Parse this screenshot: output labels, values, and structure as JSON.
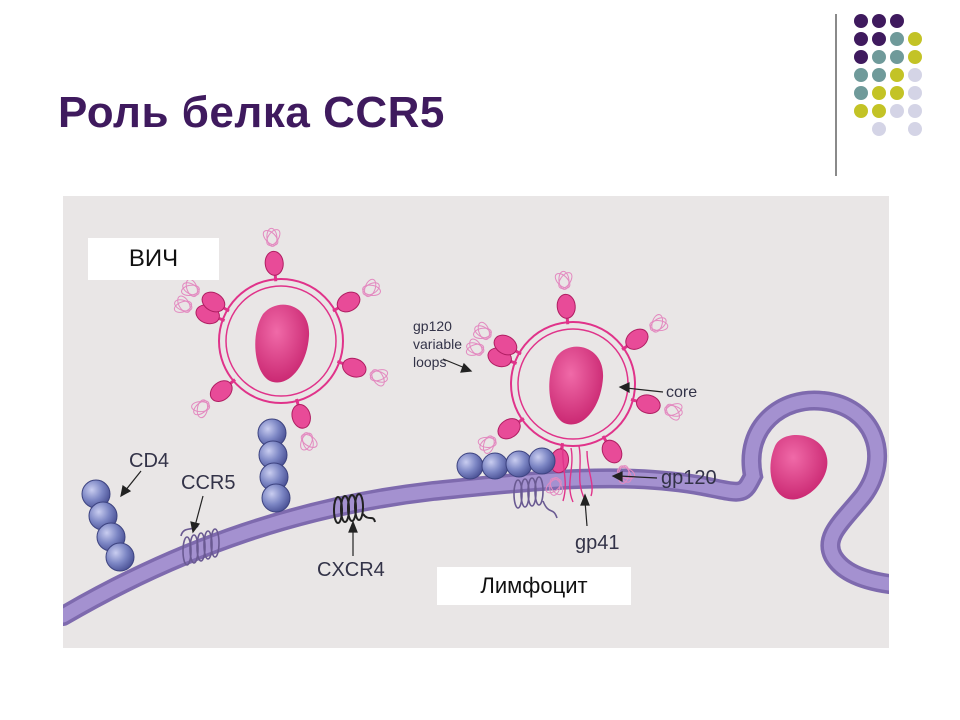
{
  "slide": {
    "title": "Роль белка CCR5"
  },
  "colors": {
    "title": "#3f1a5e",
    "dot_purple": "#3f1a5e",
    "dot_teal": "#6f9a9a",
    "dot_lime": "#c3c326",
    "dot_lavender": "#d4d4e6",
    "membrane": "#9c86c8",
    "virus_magenta": "#e0338a",
    "cd4_bead": "#7c86c4"
  },
  "diagram": {
    "boxes": {
      "hiv": "ВИЧ",
      "lymphocyte": "Лимфоцит"
    },
    "labels": {
      "cd4": "CD4",
      "ccr5": "CCR5",
      "cxcr4": "CXCR4",
      "gp120_loops_1": "gp120",
      "gp120_loops_2": "variable",
      "gp120_loops_3": "loops",
      "core": "core",
      "gp120": "gp120",
      "gp41": "gp41"
    }
  }
}
